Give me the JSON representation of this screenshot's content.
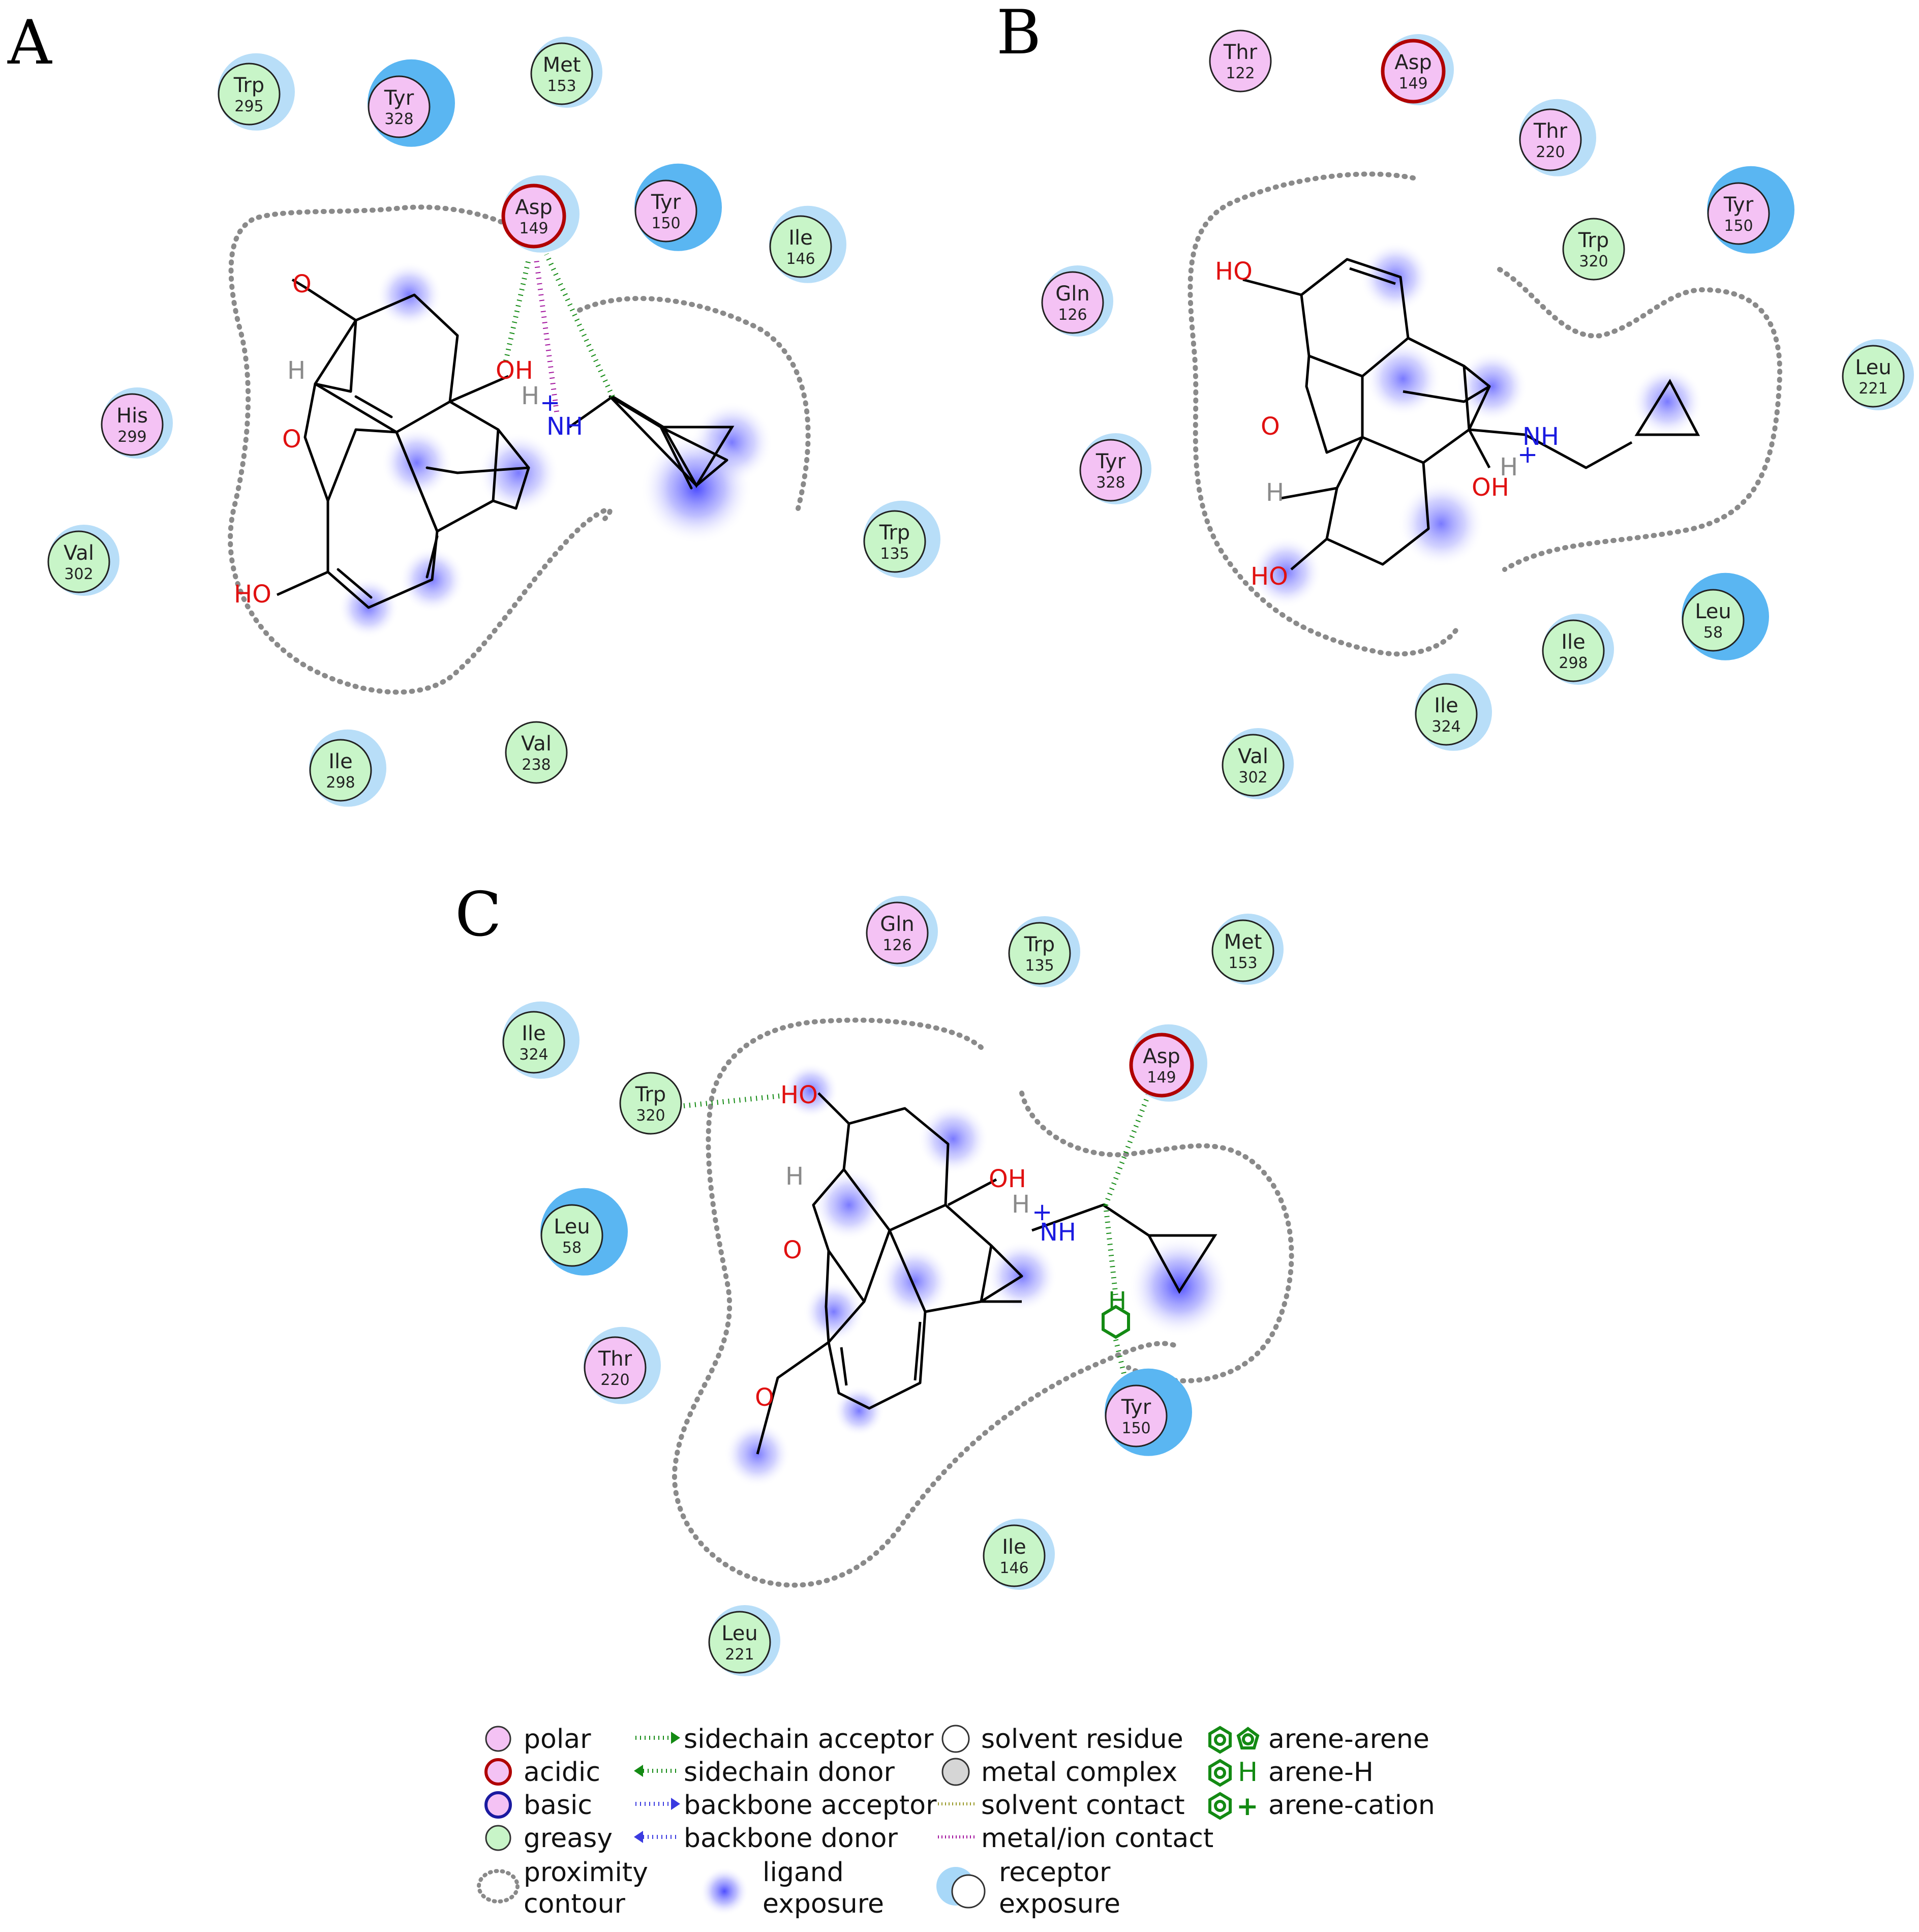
{
  "panels": [
    {
      "label": "A",
      "residues": [
        {
          "name": "Trp",
          "num": "295",
          "kind": "greasy",
          "exposure": "medium"
        },
        {
          "name": "Tyr",
          "num": "328",
          "kind": "polar",
          "exposure": "high"
        },
        {
          "name": "Met",
          "num": "153",
          "kind": "greasy",
          "exposure": "low"
        },
        {
          "name": "Asp",
          "num": "149",
          "kind": "acidic",
          "exposure": "medium"
        },
        {
          "name": "Tyr",
          "num": "150",
          "kind": "polar",
          "exposure": "high"
        },
        {
          "name": "Ile",
          "num": "146",
          "kind": "greasy",
          "exposure": "medium"
        },
        {
          "name": "His",
          "num": "299",
          "kind": "polar",
          "exposure": "low"
        },
        {
          "name": "Val",
          "num": "302",
          "kind": "greasy",
          "exposure": "low"
        },
        {
          "name": "Trp",
          "num": "135",
          "kind": "greasy",
          "exposure": "medium"
        },
        {
          "name": "Ile",
          "num": "298",
          "kind": "greasy",
          "exposure": "medium"
        },
        {
          "name": "Val",
          "num": "238",
          "kind": "greasy",
          "exposure": "none"
        }
      ],
      "atoms": [
        "O",
        "OH",
        "H",
        "O",
        "HO",
        "H",
        "+",
        "NH"
      ]
    },
    {
      "label": "B",
      "residues": [
        {
          "name": "Thr",
          "num": "122",
          "kind": "polar",
          "exposure": "none"
        },
        {
          "name": "Asp",
          "num": "149",
          "kind": "acidic",
          "exposure": "low"
        },
        {
          "name": "Thr",
          "num": "220",
          "kind": "polar",
          "exposure": "medium"
        },
        {
          "name": "Tyr",
          "num": "150",
          "kind": "polar",
          "exposure": "high"
        },
        {
          "name": "Trp",
          "num": "320",
          "kind": "greasy",
          "exposure": "none"
        },
        {
          "name": "Gln",
          "num": "126",
          "kind": "polar",
          "exposure": "low"
        },
        {
          "name": "Leu",
          "num": "221",
          "kind": "greasy",
          "exposure": "low"
        },
        {
          "name": "Tyr",
          "num": "328",
          "kind": "polar",
          "exposure": "low"
        },
        {
          "name": "Leu",
          "num": "58",
          "kind": "greasy",
          "exposure": "high"
        },
        {
          "name": "Ile",
          "num": "298",
          "kind": "greasy",
          "exposure": "low"
        },
        {
          "name": "Ile",
          "num": "324",
          "kind": "greasy",
          "exposure": "medium"
        },
        {
          "name": "Val",
          "num": "302",
          "kind": "greasy",
          "exposure": "low"
        }
      ],
      "atoms": [
        "HO",
        "O",
        "NH",
        "H",
        "+",
        "OH",
        "H",
        "HO"
      ]
    },
    {
      "label": "C",
      "residues": [
        {
          "name": "Gln",
          "num": "126",
          "kind": "polar",
          "exposure": "low"
        },
        {
          "name": "Trp",
          "num": "135",
          "kind": "greasy",
          "exposure": "low"
        },
        {
          "name": "Met",
          "num": "153",
          "kind": "greasy",
          "exposure": "low"
        },
        {
          "name": "Ile",
          "num": "324",
          "kind": "greasy",
          "exposure": "medium"
        },
        {
          "name": "Asp",
          "num": "149",
          "kind": "acidic",
          "exposure": "medium"
        },
        {
          "name": "Trp",
          "num": "320",
          "kind": "greasy",
          "exposure": "none"
        },
        {
          "name": "Leu",
          "num": "58",
          "kind": "greasy",
          "exposure": "high"
        },
        {
          "name": "Thr",
          "num": "220",
          "kind": "polar",
          "exposure": "medium"
        },
        {
          "name": "Tyr",
          "num": "150",
          "kind": "polar",
          "exposure": "high"
        },
        {
          "name": "Ile",
          "num": "146",
          "kind": "greasy",
          "exposure": "low"
        },
        {
          "name": "Leu",
          "num": "221",
          "kind": "greasy",
          "exposure": "low"
        }
      ],
      "atoms": [
        "HO",
        "H",
        "OH",
        "H",
        "+",
        "NH",
        "O",
        "O",
        "H"
      ]
    }
  ],
  "legend": {
    "polar": "polar",
    "acidic": "acidic",
    "basic": "basic",
    "greasy": "greasy",
    "proximity_1": "proximity",
    "proximity_2": "contour",
    "sidechain_acceptor": "sidechain acceptor",
    "sidechain_donor": "sidechain donor",
    "backbone_acceptor": "backbone acceptor",
    "backbone_donor": "backbone donor",
    "ligand_1": "ligand",
    "ligand_2": "exposure",
    "solvent_residue": "solvent residue",
    "metal_complex": "metal complex",
    "solvent_contact": "solvent contact",
    "metal_ion_contact": "metal/ion contact",
    "receptor_1": "receptor",
    "receptor_2": "exposure",
    "arene_arene": "arene-arene",
    "arene_h": "arene-H",
    "arene_h_symbol": "H",
    "arene_cation": "arene-cation",
    "arene_cation_symbol": "+"
  },
  "colors": {
    "polar": "#f4c2f4",
    "greasy": "#c8f5c8",
    "acidic_ring": "#b00000",
    "basic_ring": "#1a1aa0",
    "exposure": "#4aaef0",
    "ligand_glow": "#5a5aff",
    "hbond": "#138a13",
    "metal": "#a3159e",
    "contour": "#8a8a8a",
    "nitrogen": "#1a1ae0",
    "oxygen": "#e01010",
    "hydrogen": "#8a8a8a"
  }
}
